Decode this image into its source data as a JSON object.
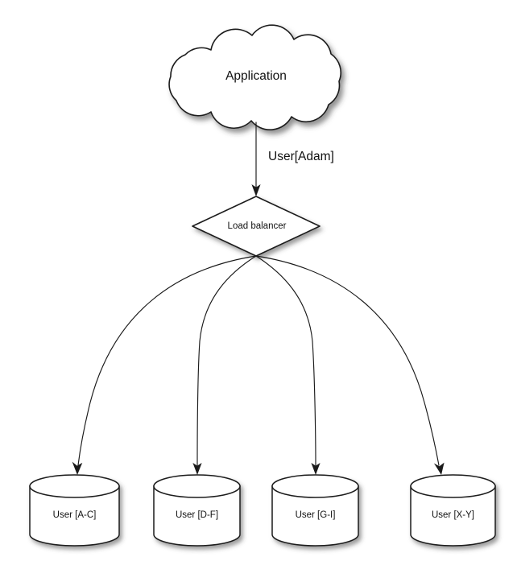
{
  "diagram": {
    "type": "architecture-flow",
    "background_color": "#ffffff",
    "stroke_color": "#1a1a1a",
    "text_color": "#111111",
    "nodes": {
      "application": {
        "label": "Application",
        "shape": "cloud"
      },
      "load_balancer": {
        "label": "Load balancer",
        "shape": "diamond"
      },
      "databases": [
        {
          "label": "User [A-C]",
          "shape": "cylinder"
        },
        {
          "label": "User [D-F]",
          "shape": "cylinder"
        },
        {
          "label": "User [G-I]",
          "shape": "cylinder"
        },
        {
          "label": "User [X-Y]",
          "shape": "cylinder"
        }
      ]
    },
    "edges": [
      {
        "from": "application",
        "to": "load_balancer",
        "label": "User[Adam]",
        "style": "straight-arrow"
      },
      {
        "from": "load_balancer",
        "to": "db-0",
        "label": "",
        "style": "curved-arrow"
      },
      {
        "from": "load_balancer",
        "to": "db-1",
        "label": "",
        "style": "curved-arrow"
      },
      {
        "from": "load_balancer",
        "to": "db-2",
        "label": "",
        "style": "curved-arrow"
      },
      {
        "from": "load_balancer",
        "to": "db-3",
        "label": "",
        "style": "curved-arrow"
      }
    ]
  }
}
